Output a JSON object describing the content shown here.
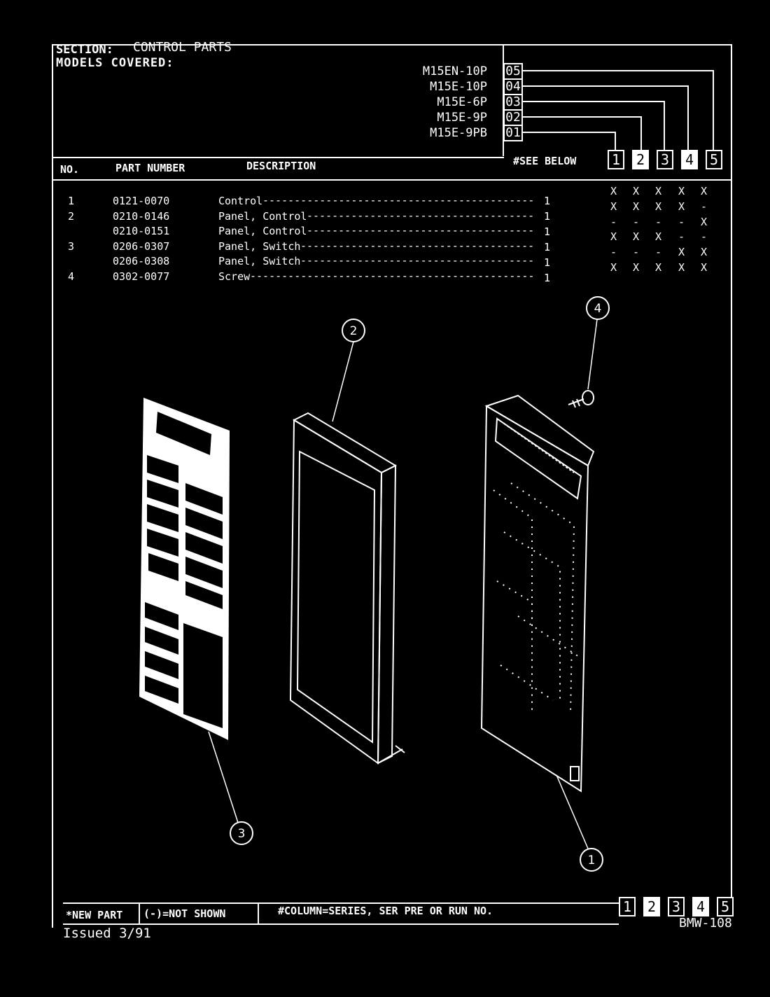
{
  "header": {
    "section_label": "SECTION:",
    "section_value": "CONTROL PARTS",
    "models_label": "MODELS COVERED:"
  },
  "models": [
    {
      "name": "M15EN-10P",
      "code": "05"
    },
    {
      "name": "M15E-10P",
      "code": "04"
    },
    {
      "name": "M15E-6P",
      "code": "03"
    },
    {
      "name": "M15E-9P",
      "code": "02"
    },
    {
      "name": "M15E-9PB",
      "code": "01"
    }
  ],
  "columns": {
    "no": "NO.",
    "part_number": "PART NUMBER",
    "description": "DESCRIPTION",
    "see_below": "#SEE BELOW",
    "series": [
      "1",
      "2",
      "3",
      "4",
      "5"
    ]
  },
  "parts": [
    {
      "no": "1",
      "part": "0121-0070",
      "desc": "Control",
      "qty": "1",
      "marks": [
        "X",
        "X",
        "X",
        "X",
        "X"
      ]
    },
    {
      "no": "2",
      "part": "0210-0146",
      "desc": "Panel, Control",
      "qty": "1",
      "marks": [
        "X",
        "X",
        "X",
        "X",
        "-"
      ]
    },
    {
      "no": "",
      "part": "0210-0151",
      "desc": "Panel, Control",
      "qty": "1",
      "marks": [
        "-",
        "-",
        "-",
        "-",
        "X"
      ]
    },
    {
      "no": "3",
      "part": "0206-0307",
      "desc": "Panel, Switch",
      "qty": "1",
      "marks": [
        "X",
        "X",
        "X",
        "-",
        "-"
      ]
    },
    {
      "no": "",
      "part": "0206-0308",
      "desc": "Panel, Switch",
      "qty": "1",
      "marks": [
        "-",
        "-",
        "-",
        "X",
        "X"
      ]
    },
    {
      "no": "4",
      "part": "0302-0077",
      "desc": "Screw",
      "qty": "1",
      "marks": [
        "X",
        "X",
        "X",
        "X",
        "X"
      ]
    }
  ],
  "callouts": [
    "1",
    "2",
    "3",
    "4"
  ],
  "footer": {
    "new_part": "*NEW PART",
    "not_shown": "(-)=NOT SHOWN",
    "column_note": "#COLUMN=SERIES, SER PRE OR RUN NO.",
    "series": [
      "1",
      "2",
      "3",
      "4",
      "5"
    ],
    "issued": "Issued 3/91",
    "doc_id": "BMW-108"
  }
}
